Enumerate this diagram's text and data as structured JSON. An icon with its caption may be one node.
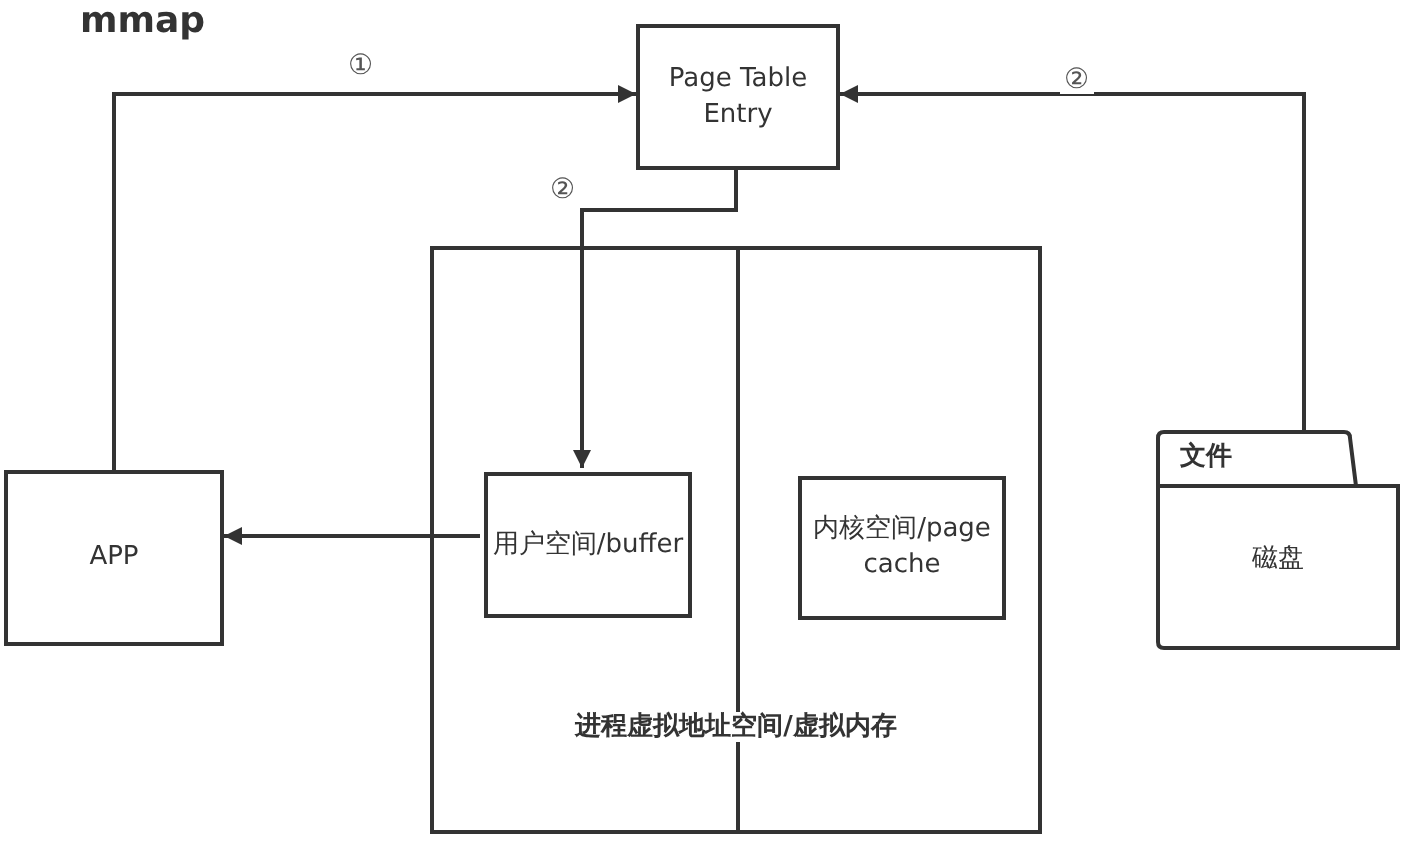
{
  "diagram": {
    "title": "mmap",
    "nodes": [
      {
        "text": [
          "Page Table Entry"
        ]
      },
      {
        "text": [
          "APP"
        ]
      },
      {
        "text": [
          "进程虚拟地址空间/虚拟内存"
        ]
      },
      {
        "text": [
          "用户空间/buffer"
        ],
        "in": 2
      },
      {
        "text": [
          "内核空间/page cache"
        ],
        "in": 2
      },
      {
        "text": [
          "文件",
          "磁盘"
        ]
      }
    ],
    "edges": [
      {
        "from": 1,
        "to": 0,
        "arrow": "to",
        "label": "①"
      },
      {
        "from": 5,
        "to": 0,
        "arrow": "to",
        "label": "②"
      },
      {
        "from": 0,
        "to": 3,
        "arrow": "to",
        "label": "②"
      },
      {
        "from": 3,
        "to": 1,
        "arrow": "to"
      }
    ]
  }
}
